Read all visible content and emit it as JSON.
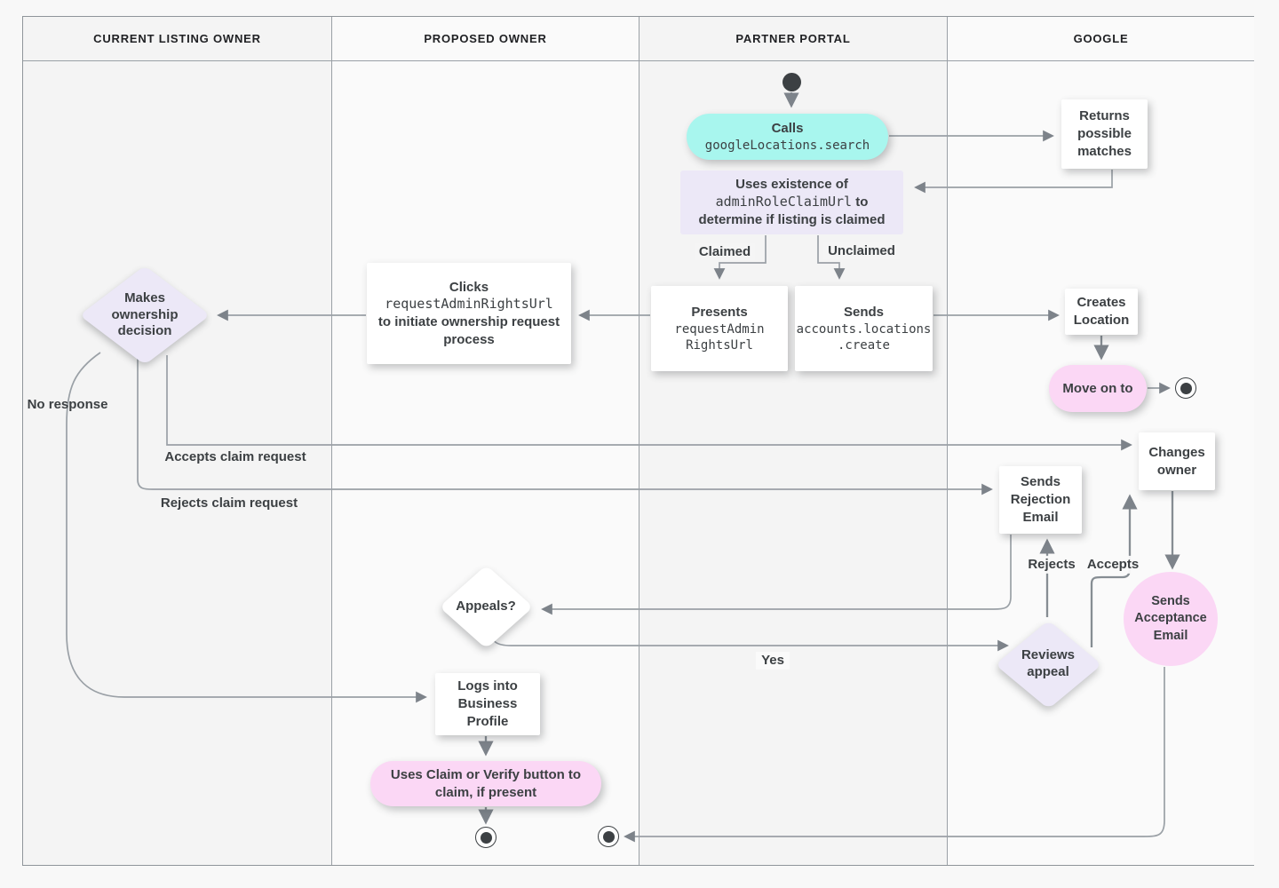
{
  "header": {
    "lanes": [
      {
        "label": "CURRENT LISTING OWNER"
      },
      {
        "label": "PROPOSED OWNER"
      },
      {
        "label": "PARTNER PORTAL"
      },
      {
        "label": "GOOGLE"
      }
    ]
  },
  "nodes": {
    "start": {
      "type": "start-node"
    },
    "calls": {
      "title": "Calls",
      "code": "googleLocations.search"
    },
    "returns_matches": {
      "text": "Returns possible matches"
    },
    "uses_existence": {
      "line1": "Uses existence of",
      "code": "adminRoleClaimUrl",
      "after_code": " to",
      "line3": "determine if listing is claimed"
    },
    "presents": {
      "title": "Presents",
      "code": "requestAdmin\nRightsUrl"
    },
    "sends_create": {
      "title": "Sends",
      "code": "accounts.locations\n.create"
    },
    "creates_location": {
      "text": "Creates Location"
    },
    "move_on": {
      "text": "Move on to"
    },
    "clicks": {
      "title": "Clicks",
      "code": "requestAdminRightsUrl",
      "rest": "to initiate ownership request process"
    },
    "ownership_decision": {
      "text": "Makes ownership decision"
    },
    "changes_owner": {
      "text": "Changes owner"
    },
    "rejection_email": {
      "text": "Sends Rejection Email"
    },
    "acceptance_email": {
      "text": "Sends Acceptance Email"
    },
    "appeals": {
      "text": "Appeals?"
    },
    "reviews_appeal": {
      "text": "Reviews appeal"
    },
    "logs_in": {
      "text": "Logs into Business Profile"
    },
    "claim_verify": {
      "text": "Uses Claim or Verify button to claim, if present"
    }
  },
  "labels": {
    "claimed": "Claimed",
    "unclaimed": "Unclaimed",
    "no_response": "No response",
    "accepts_claim": "Accepts claim request",
    "rejects_claim": "Rejects claim request",
    "rejects": "Rejects",
    "accepts": "Accepts",
    "yes": "Yes"
  },
  "colors": {
    "teal": "#A8F6EE",
    "pink": "#FBD7F5",
    "lavender": "#ECE8F7",
    "line": "#9AA0A6",
    "arrow": "#7d838a",
    "text": "#3C4043"
  }
}
